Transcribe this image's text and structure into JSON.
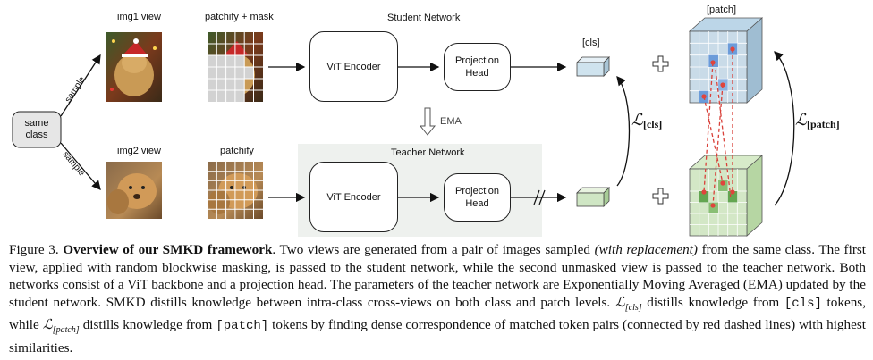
{
  "figure": {
    "labels": {
      "img1_view": "img1 view",
      "patchify_mask": "patchify + mask",
      "student_network": "Student Network",
      "img2_view": "img2 view",
      "patchify": "patchify",
      "teacher_network": "Teacher Network",
      "same_class_line1": "same",
      "same_class_line2": "class",
      "sample_top": "sample",
      "sample_bottom": "sample",
      "vit_encoder_student": "ViT Encoder",
      "projection_head_student_1": "Projection",
      "projection_head_student_2": "Head",
      "vit_encoder_teacher": "ViT Encoder",
      "projection_head_teacher_1": "Projection",
      "projection_head_teacher_2": "Head",
      "ema": "EMA",
      "cls_token": "[cls]",
      "patch_token": "[patch]",
      "loss_cls_main": "ℒ",
      "loss_cls_sub": "[cls]",
      "loss_patch_main": "ℒ",
      "loss_patch_sub": "[patch]",
      "plus": "+"
    },
    "colors": {
      "student_token": "#cfe3ee",
      "teacher_token": "#cfe6c4",
      "student_cube_highlight": "#5b8fd6",
      "teacher_cube_highlight": "#4f9a3c",
      "match_lines": "#d9413a",
      "teacher_background": "#eef1ee"
    }
  },
  "caption": {
    "prefix": "Figure 3.",
    "title": "Overview of our SMKD framework",
    "s1a": ". Two views are generated from a pair of images sampled ",
    "s1_italic": "(with replacement)",
    "s1b": " from the same class. The first view, applied with random blockwise masking, is passed to the student network, while the second unmasked view is passed to the teacher network. Both networks consist of a ViT backbone and a projection head. The parameters of the teacher network are Exponentially Moving Averaged (EMA) updated by the student network. SMKD distills knowledge between intra-class cross-views on both class and patch levels. ",
    "l_cls": "ℒ",
    "l_cls_sub": "[cls]",
    "s2a": " distills knowledge from ",
    "cls_mono": "[cls]",
    "s2b": " tokens, while ",
    "l_patch": "ℒ",
    "l_patch_sub": "[patch]",
    "s2c": " distills knowledge from ",
    "patch_mono": "[patch]",
    "s2d": " tokens by finding dense correspondence of matched token pairs (connected by red dashed lines) with highest similarities."
  }
}
